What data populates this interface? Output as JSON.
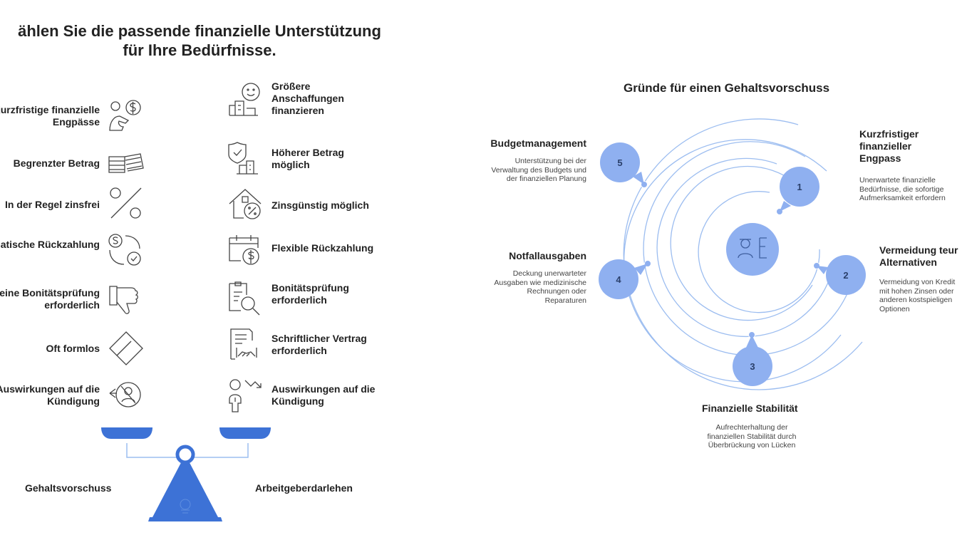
{
  "left": {
    "title_line1": "ählen Sie die passende finanzielle Unterstützung",
    "title_line2": "für Ihre Bedürfnisse.",
    "left_items": [
      "Kurzfristige finanzielle Engpässe",
      "Begrenzter Betrag",
      "In der Regel zinsfrei",
      "Automatische Rückzahlung",
      "eine Bonitätsprüfung erforderlich",
      "Oft formlos",
      "Keine Auswirkungen auf die Kündigung"
    ],
    "right_items": [
      "Größere Anschaffungen finanzieren",
      "Höherer Betrag möglich",
      "Zinsgünstig möglich",
      "Flexible Rückzahlung",
      "Bonitätsprüfung erforderlich",
      "Schriftlicher Vertrag erforderlich",
      "Auswirkungen auf die Kündigung"
    ],
    "scale_left_label": "Gehaltsvorschuss",
    "scale_right_label": "Arbeitgeberdarlehen",
    "icons_left": [
      "person-dollar-icon",
      "money-stack-icon",
      "percent-icon",
      "auto-payment-icon",
      "thumbs-down-icon",
      "diamond-icon",
      "person-no-effect-icon"
    ],
    "icons_right": [
      "shopping-building-icon",
      "shield-building-icon",
      "house-percent-icon",
      "calendar-dollar-icon",
      "document-search-icon",
      "contract-handshake-icon",
      "person-decline-icon"
    ]
  },
  "right": {
    "title": "Gründe für einen Gehaltsvorschuss",
    "nodes": [
      {
        "num": "1",
        "title": "Kurzfristiger finanzieller Engpass",
        "desc": "Unerwartete finanzielle Bedürfnisse, die sofortige Aufmerksamkeit erfordern"
      },
      {
        "num": "2",
        "title": "Vermeidung teur Alternativen",
        "desc": "Vermeidung von Kredit mit hohen Zinsen oder anderen kostspieligen Optionen"
      },
      {
        "num": "3",
        "title": "Finanzielle Stabilität",
        "desc": "Aufrechterhaltung der finanziellen Stabilität durch Überbrückung von Lücken"
      },
      {
        "num": "4",
        "title": "Notfallausgaben",
        "desc": "Deckung unerwarteter Ausgaben wie medizinische Rechnungen oder Reparaturen"
      },
      {
        "num": "5",
        "title": "Budgetmanagement",
        "desc": "Unterstützung bei der Verwaltung des Budgets und der finanziellen Planung"
      }
    ],
    "center_icon": "person-document-icon",
    "colors": {
      "circle_fill": "#8fb0f0",
      "line": "#9cbdf0",
      "dark_blue": "#3d72d6",
      "scale_blue": "#3d72d6"
    }
  }
}
